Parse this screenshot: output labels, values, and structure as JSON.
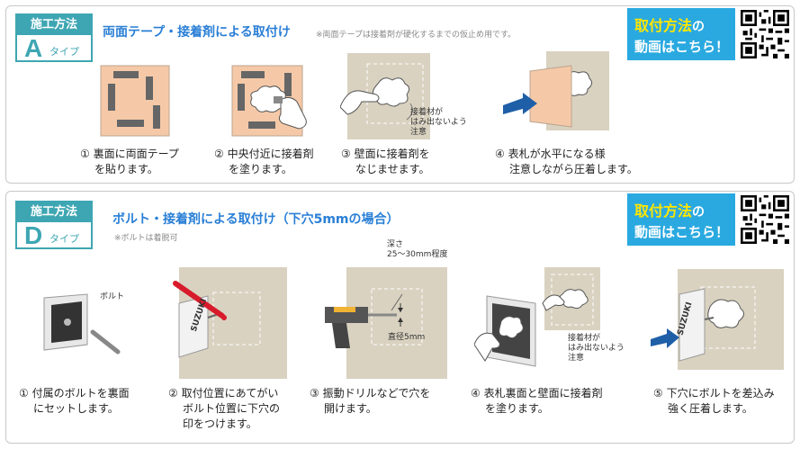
{
  "panel_a": {
    "badge": {
      "top": "施工方法",
      "letter": "A",
      "type": "タイプ"
    },
    "title": "両面テープ・接着剤による取付け",
    "note": "※両面テープは接着剤が硬化するまでの仮止め用です。",
    "video": {
      "line1_a": "取付方法",
      "line1_b": "の",
      "line2": "動画はこちら！"
    },
    "illus_note": [
      "接着材が",
      "はみ出ないよう",
      "注意"
    ],
    "steps": [
      {
        "num": "①",
        "line1": "裏面に両面テープ",
        "line2": "を貼ります。"
      },
      {
        "num": "②",
        "line1": "中央付近に接着剤",
        "line2": "を塗ります。"
      },
      {
        "num": "③",
        "line1": "壁面に接着剤を",
        "line2": "なじませます。"
      },
      {
        "num": "④",
        "line1": "表札が水平になる様",
        "line2": "注意しながら圧着します。"
      }
    ]
  },
  "panel_d": {
    "badge": {
      "top": "施工方法",
      "letter": "D",
      "type": "タイプ"
    },
    "title": "ボルト・接着剤による取付け（下穴5mmの場合）",
    "note": "※ボルトは着脱可",
    "video": {
      "line1_a": "取付方法",
      "line1_b": "の",
      "line2": "動画はこちら！"
    },
    "label_bolt": "ボルト",
    "label_depth": [
      "深さ",
      "25～30mm程度"
    ],
    "label_diameter": "直径5mm",
    "label_nameplate": "SUZUKI",
    "illus_note": [
      "接着材が",
      "はみ出ないよう",
      "注意"
    ],
    "steps": [
      {
        "num": "①",
        "line1": "付属のボルトを裏面",
        "line2": "にセットします。",
        "line3": ""
      },
      {
        "num": "②",
        "line1": "取付位置にあてがい",
        "line2": "ボルト位置に下穴の",
        "line3": "印をつけます。"
      },
      {
        "num": "③",
        "line1": "振動ドリルなどで穴を",
        "line2": "開けます。",
        "line3": ""
      },
      {
        "num": "④",
        "line1": "表札裏面と壁面に接着剤",
        "line2": "を塗ります。",
        "line3": ""
      },
      {
        "num": "⑤",
        "line1": "下穴にボルトを差込み",
        "line2": "強く圧着します。",
        "line3": ""
      }
    ]
  },
  "colors": {
    "accent": "#3ea6b3",
    "title": "#2a7fd6",
    "video_bg": "#2aa9e0",
    "video_text": "#ffe600",
    "wall": "#d9d2c0",
    "arrow": "#1f5fa8"
  }
}
